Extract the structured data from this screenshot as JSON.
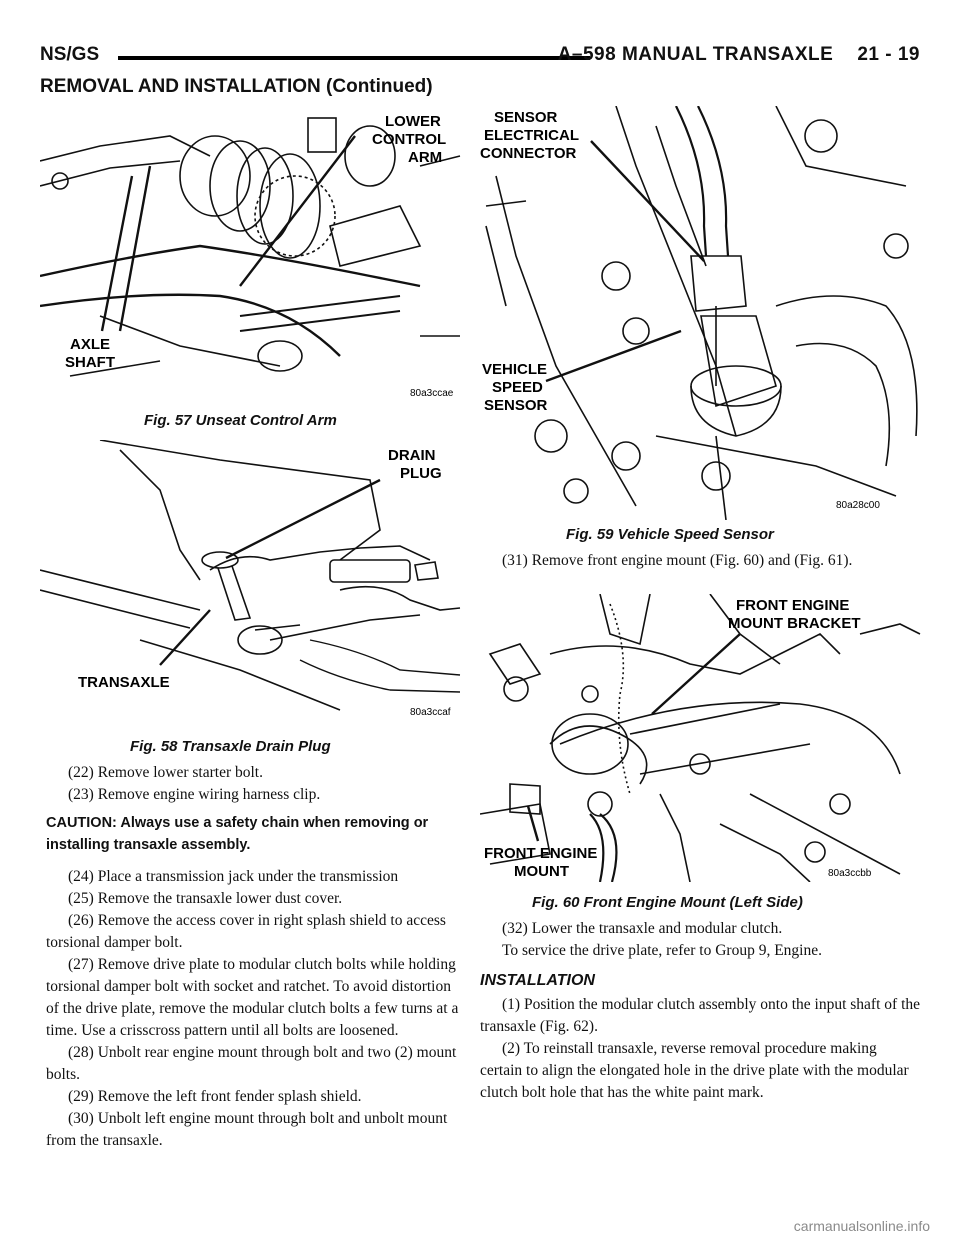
{
  "header": {
    "left": "NS/GS",
    "title": "A–598 MANUAL TRANSAXLE",
    "page": "21 - 19"
  },
  "section_heading": "REMOVAL AND INSTALLATION (Continued)",
  "figures": {
    "fig57": {
      "caption": "Fig. 57 Unseat Control Arm",
      "code": "80a3ccae",
      "labels": {
        "lower": "LOWER",
        "control": "CONTROL",
        "arm": "ARM",
        "axle": "AXLE",
        "shaft": "SHAFT"
      }
    },
    "fig58": {
      "caption": "Fig. 58 Transaxle Drain Plug",
      "code": "80a3ccaf",
      "labels": {
        "drain": "DRAIN",
        "plug": "PLUG",
        "transaxle": "TRANSAXLE"
      }
    },
    "fig59": {
      "caption": "Fig. 59 Vehicle Speed Sensor",
      "code": "80a28c00",
      "labels": {
        "sensor": "SENSOR",
        "electrical": "ELECTRICAL",
        "connector": "CONNECTOR",
        "vehicle": "VEHICLE",
        "speed": "SPEED",
        "sensor2": "SENSOR"
      }
    },
    "fig60": {
      "caption": "Fig. 60 Front Engine Mount (Left Side)",
      "code": "80a3ccbb",
      "labels": {
        "fem": "FRONT ENGINE",
        "bracket": "MOUNT BRACKET",
        "fe": "FRONT ENGINE",
        "mount": "MOUNT"
      }
    }
  },
  "left_column": {
    "p22": "(22) Remove lower starter bolt.",
    "p23": "(23) Remove engine wiring harness clip.",
    "caution": "CAUTION: Always use a safety chain when removing or installing transaxle assembly.",
    "p24": "(24) Place a transmission jack under the transmission",
    "p25": "(25) Remove the transaxle lower dust cover.",
    "p26": "(26) Remove the access cover in right splash shield to access torsional damper bolt.",
    "p27": "(27) Remove drive plate to modular clutch bolts while holding torsional damper bolt with socket and ratchet. To avoid distortion of the drive plate, remove the modular clutch bolts a few turns at a time. Use a crisscross pattern until all bolts are loosened.",
    "p28": "(28) Unbolt rear engine mount through bolt and two (2) mount bolts.",
    "p29": "(29) Remove the left front fender splash shield.",
    "p30": "(30) Unbolt left engine mount through bolt and unbolt mount from the transaxle."
  },
  "right_column": {
    "p31": "(31) Remove front engine mount (Fig. 60) and (Fig. 61).",
    "p32": "(32) Lower the transaxle and modular clutch.",
    "p_service": "To service the drive plate, refer to Group 9, Engine.",
    "install_heading": "INSTALLATION",
    "i1": "(1) Position the modular clutch assembly onto the input shaft of the transaxle (Fig. 62).",
    "i2": "(2) To reinstall transaxle, reverse removal procedure making certain to align the elongated hole in the drive plate with the modular clutch bolt hole that has the white paint mark."
  },
  "watermark": "carmanualsonline.info"
}
